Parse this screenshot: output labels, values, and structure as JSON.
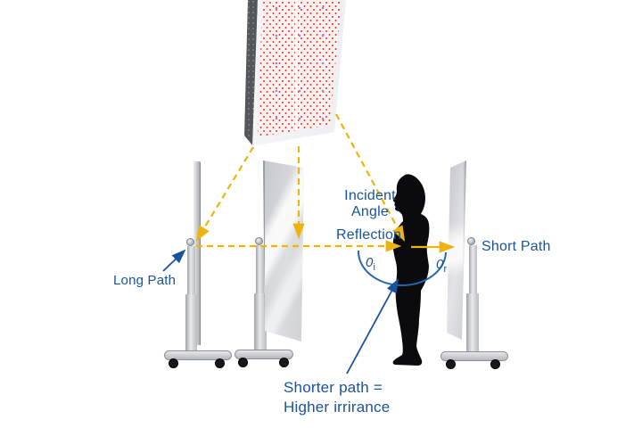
{
  "diagram": {
    "description": "red light therapy panel reflection path diagram",
    "labels": {
      "long_path": "Long Path",
      "short_path": "Short Path",
      "incident_line1": "Incident",
      "incident_line2": "Angle",
      "reflection": "Reflection",
      "theta_i_base": "0",
      "theta_i_sub": "i",
      "theta_r_base": "0",
      "theta_r_sub": "r",
      "note_line1": "Shorter path =",
      "note_line2": "Higher irrirance"
    },
    "colors": {
      "label_blue": "#17549b",
      "ray_yellow": "#eeb30d",
      "panel_led_red": "#e0403a",
      "panel_led_purple": "#9b84e0",
      "silhouette_black": "#0b0b0d",
      "stand_grey": "#c9ccd0"
    },
    "objects": {
      "light_panel": "red-led-therapy-panel",
      "left_stand": "mirror-stand-edge-view",
      "center_stand": "mirror-stand-front-view",
      "right_stand": "mirror-stand-facing-person",
      "person": "standing-person-silhouette"
    }
  }
}
